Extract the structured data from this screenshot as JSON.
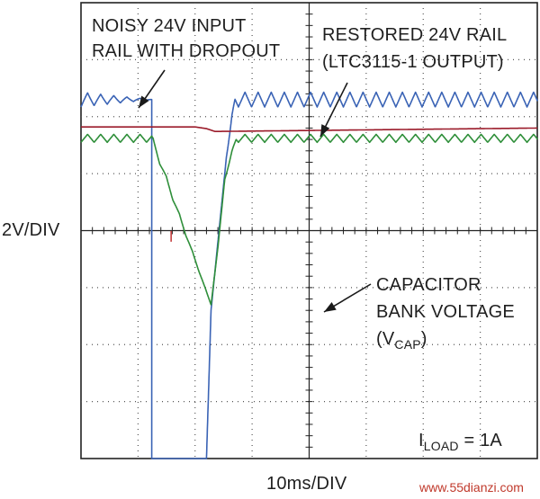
{
  "chart_data": {
    "type": "line",
    "x_scale_label": "10ms/DIV",
    "y_scale_label": "2V/DIV",
    "grid": {
      "x_divisions": 8,
      "y_divisions": 8,
      "visible": true
    },
    "annotations": {
      "input_rail": [
        "NOISY 24V INPUT",
        "RAIL WITH DROPOUT"
      ],
      "output_rail": [
        "RESTORED 24V RAIL",
        "(LTC3115-1 OUTPUT)"
      ],
      "vcap": {
        "lines": [
          "CAPACITOR",
          "BANK VOLTAGE"
        ],
        "symbol_open": "(V",
        "symbol_sub": "CAP",
        "symbol_close": ")"
      },
      "load": {
        "prefix": "I",
        "sub": "LOAD",
        "value": " = 1A"
      }
    },
    "series": [
      {
        "color": "#3a63b5",
        "x": [
          0,
          1.24,
          1.24,
          1.24,
          1.8,
          2.2,
          2.28,
          2.55,
          2.7,
          8.0
        ],
        "y": [
          6.3,
          6.3,
          4.4,
          0.0,
          0.0,
          0.0,
          2.6,
          5.3,
          6.3,
          6.3
        ],
        "ripple": [
          0.13,
          0,
          0,
          0,
          0,
          0,
          0,
          0,
          0.13,
          0.13
        ],
        "ripple_period": 0.23
      },
      {
        "color": "#9b1b2a",
        "x": [
          0,
          2.0,
          2.2,
          2.35,
          8.0
        ],
        "y": [
          5.82,
          5.82,
          5.79,
          5.74,
          5.8
        ]
      },
      {
        "color": "#2f8f3a",
        "x": [
          0,
          1.24,
          2.28,
          2.4,
          2.52,
          2.72,
          8.0
        ],
        "y": [
          5.62,
          5.62,
          2.7,
          3.7,
          4.9,
          5.62,
          5.62
        ],
        "ripple": [
          0.07,
          0.07,
          0,
          0,
          0,
          0.07,
          0.07
        ],
        "ripple_period": 0.23
      }
    ],
    "marker": {
      "x": 1.58,
      "y": 3.9,
      "color": "#c03030"
    }
  },
  "watermark": "www.55dianzi.com"
}
